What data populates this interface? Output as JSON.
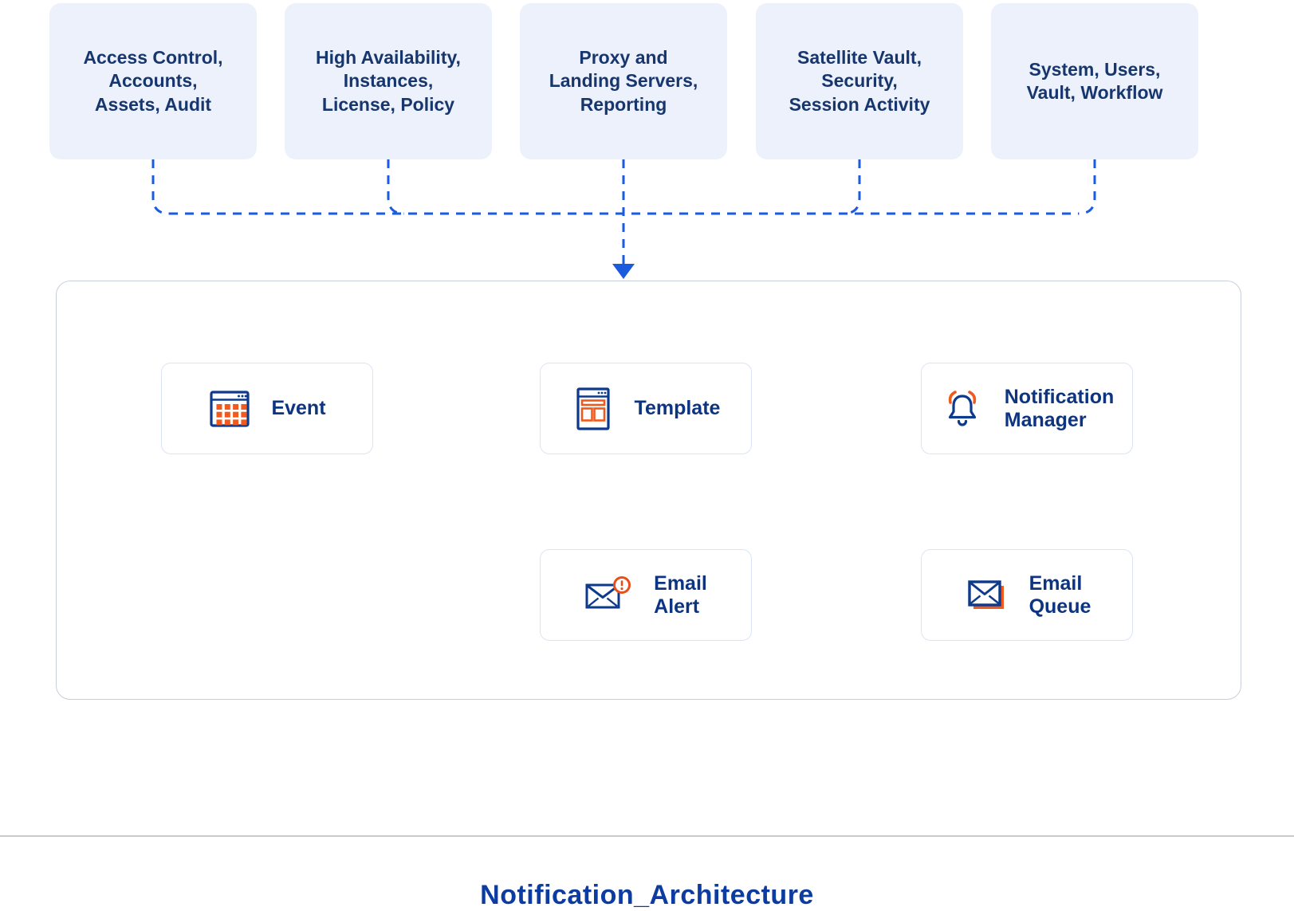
{
  "title": {
    "text": "Notification_Architecture"
  },
  "top_groups": [
    {
      "label": "Access Control,\nAccounts,\nAssets, Audit"
    },
    {
      "label": "High Availability,\nInstances,\nLicense, Policy"
    },
    {
      "label": "Proxy and\nLanding Servers,\nReporting"
    },
    {
      "label": "Satellite Vault,\nSecurity,\nSession Activity"
    },
    {
      "label": "System, Users,\nVault, Workflow"
    }
  ],
  "nodes": {
    "event": {
      "label": "Event",
      "icon": "calendar-grid-icon"
    },
    "template": {
      "label": "Template",
      "icon": "layout-window-icon"
    },
    "notification_manager": {
      "label": "Notification\nManager",
      "icon": "notification-bell-icon"
    },
    "email_alert": {
      "label": "Email\nAlert",
      "icon": "email-alert-icon"
    },
    "email_queue": {
      "label": "Email\nQueue",
      "icon": "email-queue-icon"
    }
  },
  "colors": {
    "accent_blue": "#1b5bdd",
    "navy_text": "#17366e",
    "card_label": "#0d3480",
    "icon_navy": "#0d3a8c",
    "icon_orange": "#f05a1e",
    "badge_orange": "#e8501a",
    "title_blue": "#0c3ba1",
    "group_fill": "#edf1fb",
    "container_border": "#c9cedb",
    "card_border": "#dbe4f6",
    "divider_gray": "#c9c9c9"
  }
}
